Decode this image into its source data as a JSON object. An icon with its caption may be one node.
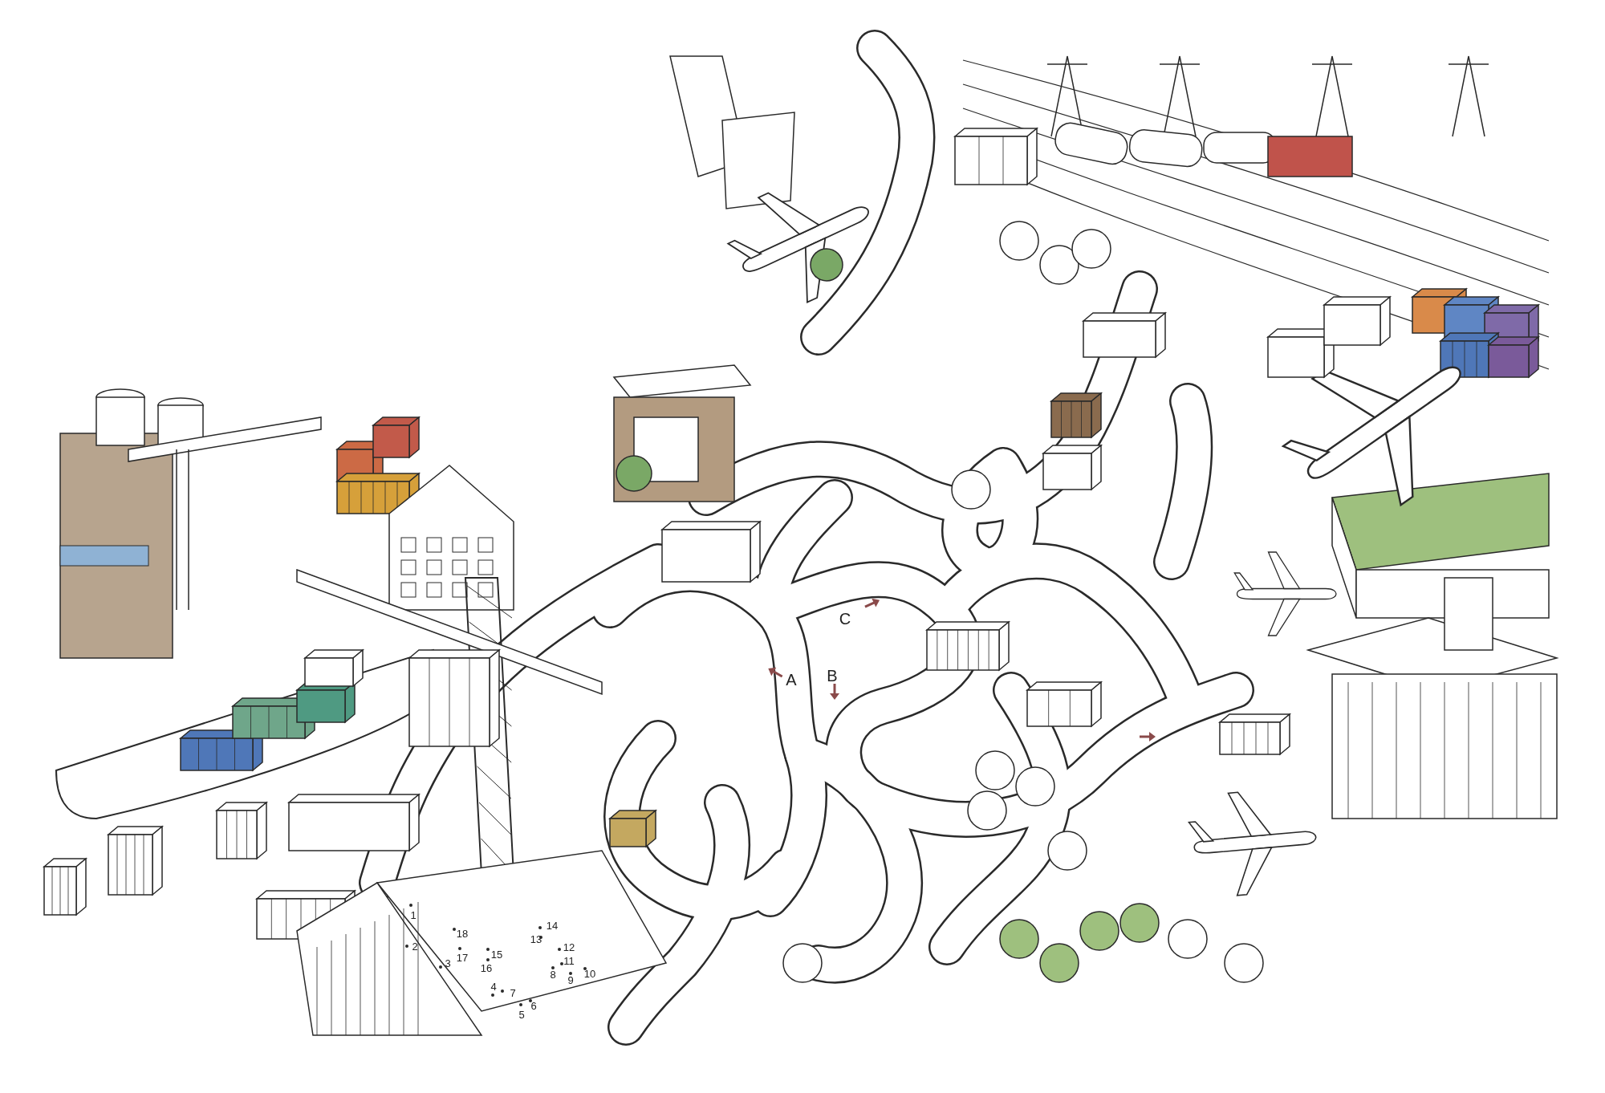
{
  "diagram": {
    "labels": [
      "C",
      "A",
      "B",
      "1",
      "2",
      "3",
      "4",
      "5",
      "6",
      "7",
      "8",
      "9",
      "10",
      "11",
      "12",
      "13",
      "14",
      "15",
      "16",
      "17",
      "18"
    ]
  }
}
